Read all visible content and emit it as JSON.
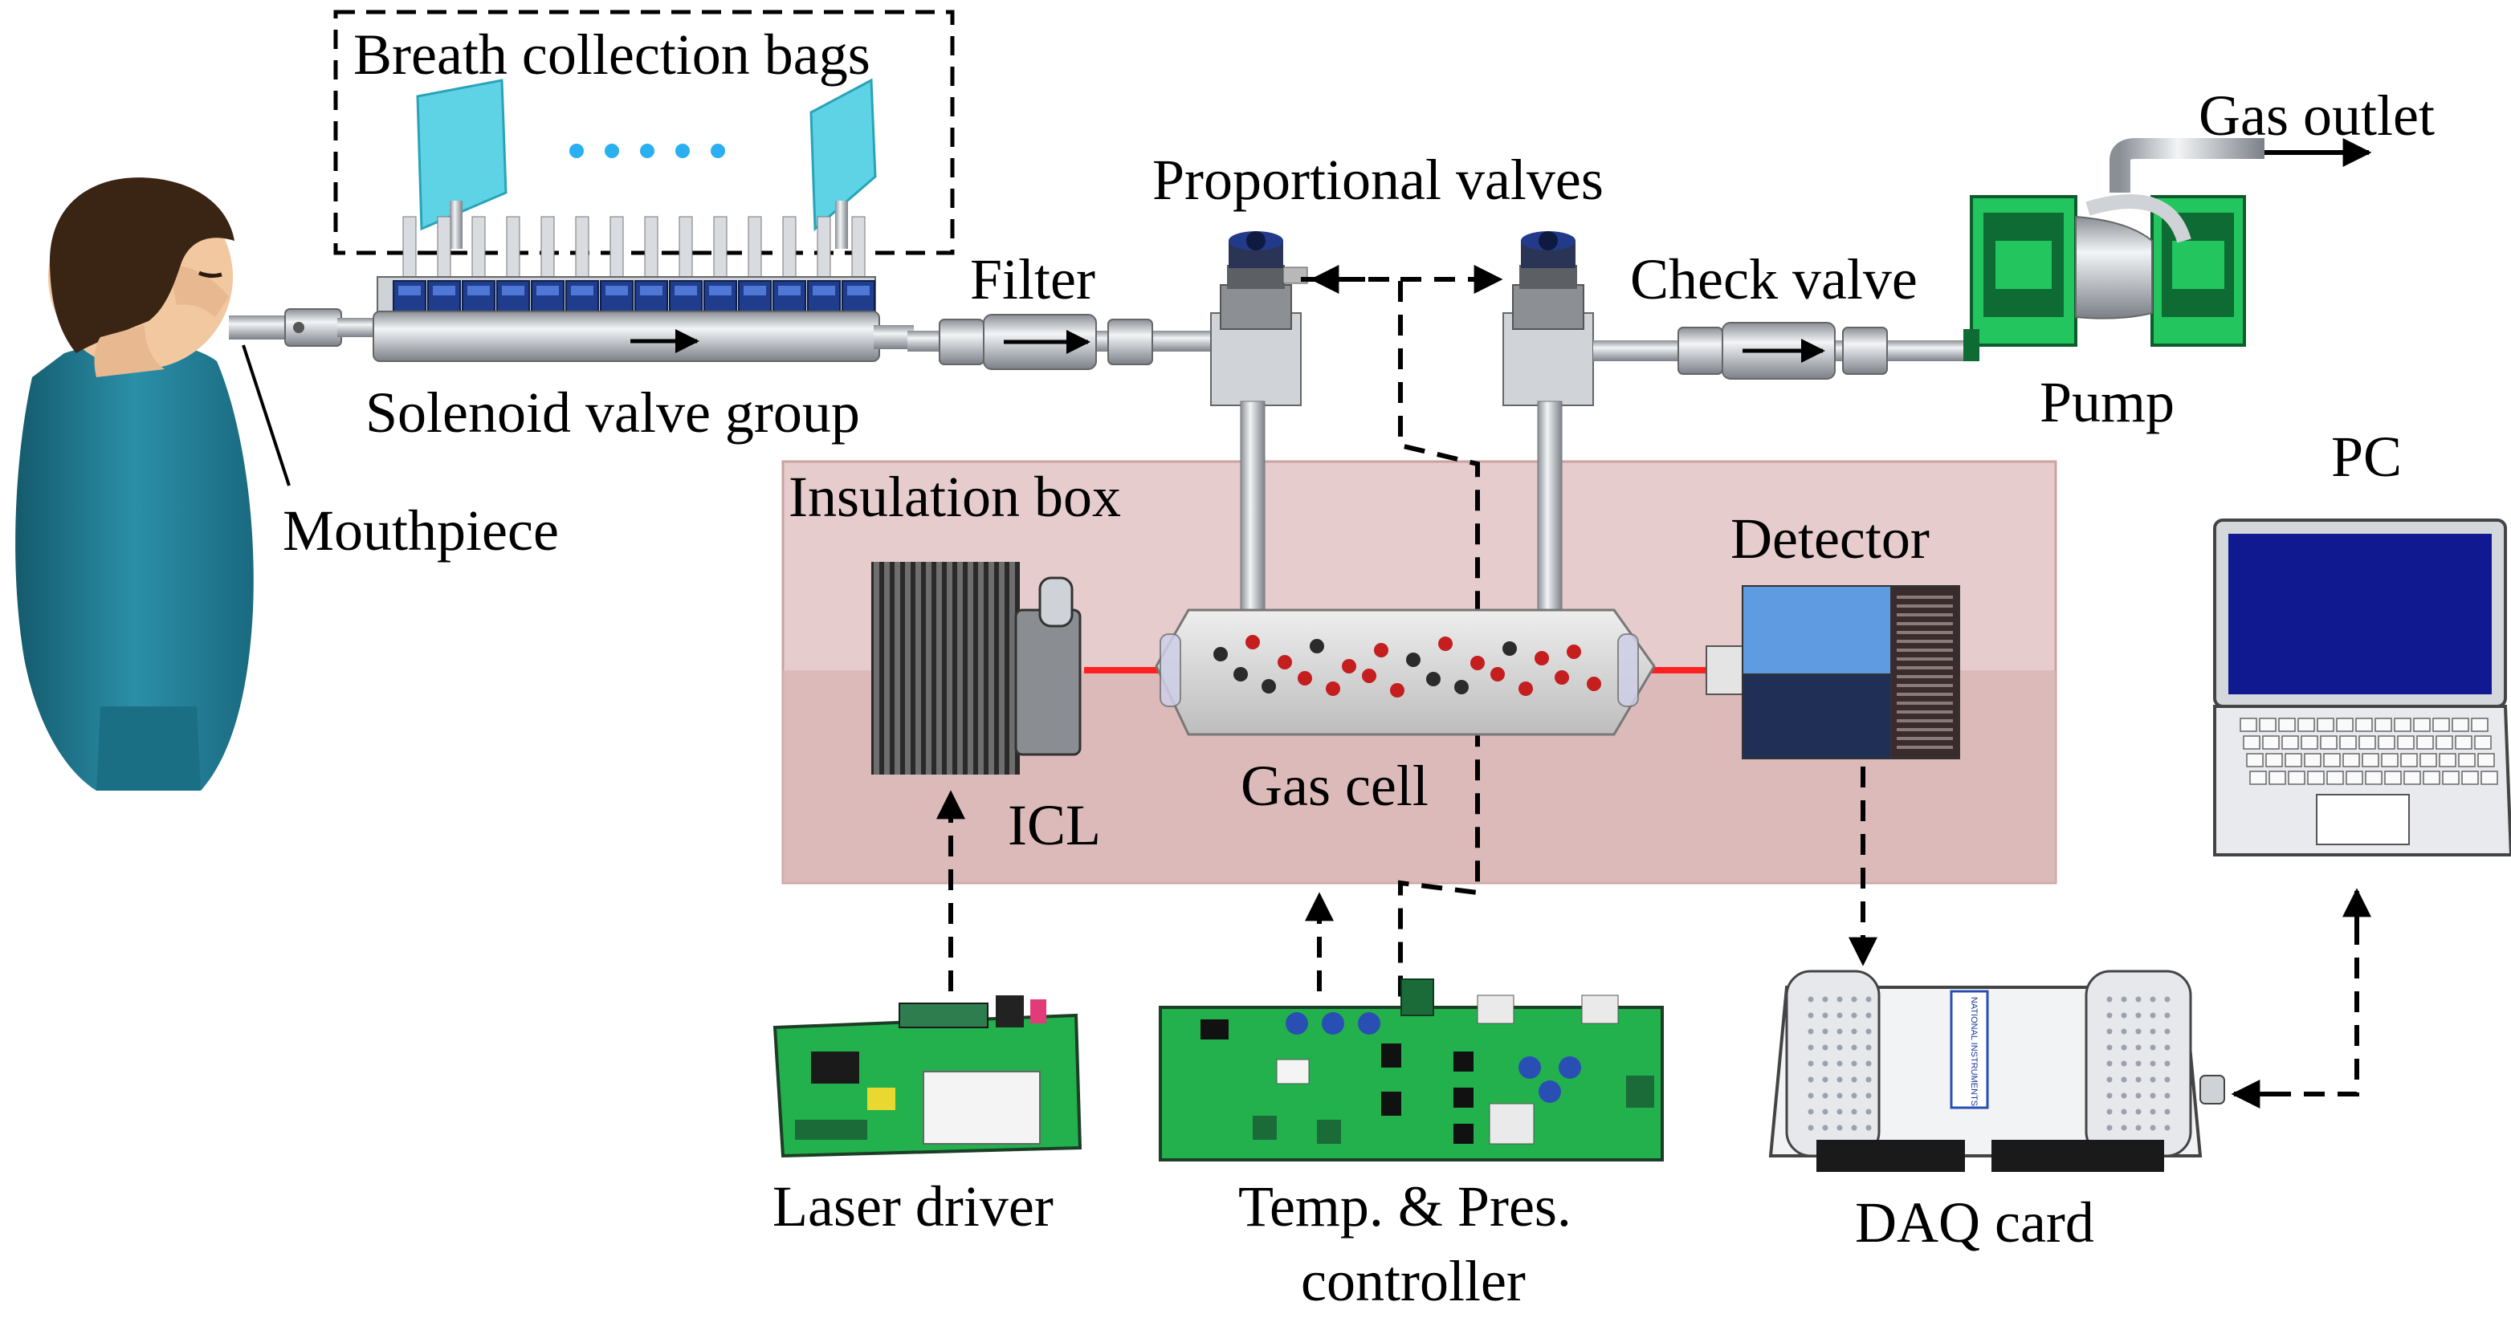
{
  "labels": {
    "breath_bags": "Breath collection bags",
    "solenoid_group": "Solenoid valve group",
    "mouthpiece": "Mouthpiece",
    "filter": "Filter",
    "proportional_valves": "Proportional valves",
    "check_valve": "Check valve",
    "gas_outlet": "Gas outlet",
    "pump": "Pump",
    "pc": "PC",
    "insulation_box": "Insulation box",
    "detector": "Detector",
    "icl": "ICL",
    "gas_cell": "Gas cell",
    "laser_driver": "Laser driver",
    "controller_line1": "Temp. & Pres.",
    "controller_line2": "controller",
    "daq_card": "DAQ card",
    "ni_logo": "NATIONAL INSTRUMENTS"
  },
  "colors": {
    "insulation_box": "#dcb8b8",
    "pcb_green": "#22b14c",
    "pump_green": "#22c55e",
    "laser_beam": "#ff2020",
    "detector_blue": "#3f6fc4",
    "laptop_screen": "#10198f",
    "person_shirt": "#1f7c94",
    "person_hair": "#3a2414",
    "bag_cyan": "#5fd3e6",
    "dots_cyan": "#2ab0f0"
  }
}
